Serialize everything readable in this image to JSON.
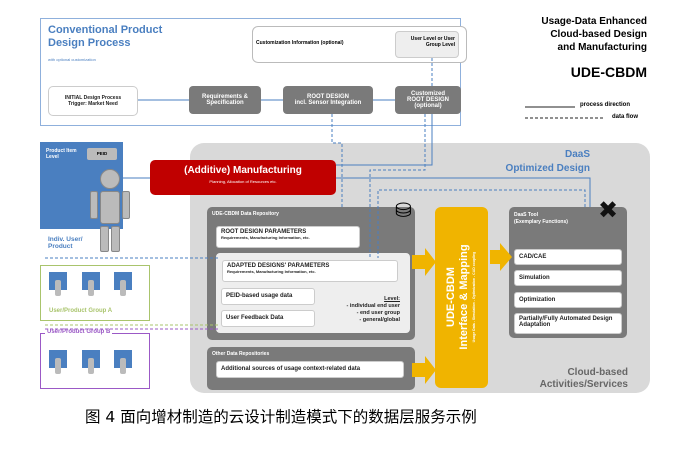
{
  "conventional": {
    "title_line1": "Conventional Product",
    "title_line2": "Design Process",
    "subtitle": "with optional customization",
    "customization_info": "Customization Information (optional)",
    "user_level": "User Level or User Group Level",
    "initial_line1": "INITIAL Design Process",
    "initial_line2": "Trigger: Market Need",
    "requirements": "Requirements & Specification",
    "root_line1": "ROOT DESIGN",
    "root_line2": "incl. Sensor Integration",
    "customized_line1": "Customized",
    "customized_line2": "ROOT DESIGN",
    "customized_line3": "(optional)"
  },
  "header": {
    "line1": "Usage-Data Enhanced",
    "line2": "Cloud-based Design",
    "line3": "and Manufacturing",
    "acronym": "UDE-CBDM"
  },
  "legend": {
    "process": "process direction",
    "data": "data flow"
  },
  "manufacturing": {
    "title": "(Additive) Manufacturing",
    "subtitle": "Planning, Allocation of Resources etc."
  },
  "daas": {
    "line1": "DaaS",
    "line2": "Optimized Design"
  },
  "product": {
    "item_level": "Product Item Level",
    "peid": "PEID",
    "indiv": "Indiv. User/ Product",
    "group_a": "User/Product Group A",
    "group_b": "User/Product Group B"
  },
  "repository": {
    "title": "UDE-CBDM Data Repository",
    "root_params": "ROOT DESIGN PARAMETERS",
    "root_params_sub": "Requirements, Manufacturing Information, etc.",
    "adapted": "ADAPTED DESIGNS' PARAMETERS",
    "adapted_sub": "Requirements, Manufacturing Information, etc.",
    "peid_data": "PEID-based usage data",
    "feedback": "User Feedback Data",
    "level_title": "Level:",
    "levels": [
      "- individual end user",
      "- end user group",
      "- general/global"
    ]
  },
  "other": {
    "title": "Other Data Repositories",
    "additional": "Additional sources of usage context-related data"
  },
  "interface": {
    "line1": "UDE-CBDM",
    "line2": "Interface & Mapping",
    "sub": "Usage Data - Simulation - Optimization - CAD coupling"
  },
  "tool": {
    "title_line1": "DaaS Tool",
    "title_line2": "(Exemplary Functions)",
    "items": [
      "CAD/CAE",
      "Simulation",
      "Optimization",
      "Partially/Fully Automated Design Adaptation"
    ]
  },
  "cloud": {
    "line1": "Cloud-based",
    "line2": "Activities/Services"
  },
  "caption": "图 4 面向增材制造的云设计制造模式下的数据层服务示例",
  "colors": {
    "blue": "#4a7fc0",
    "red": "#c00000",
    "yellow": "#f0b400",
    "gray": "#7a7a7a",
    "cloud": "#d9d9d9",
    "green": "#a9c46c",
    "purple": "#9b59c6"
  }
}
